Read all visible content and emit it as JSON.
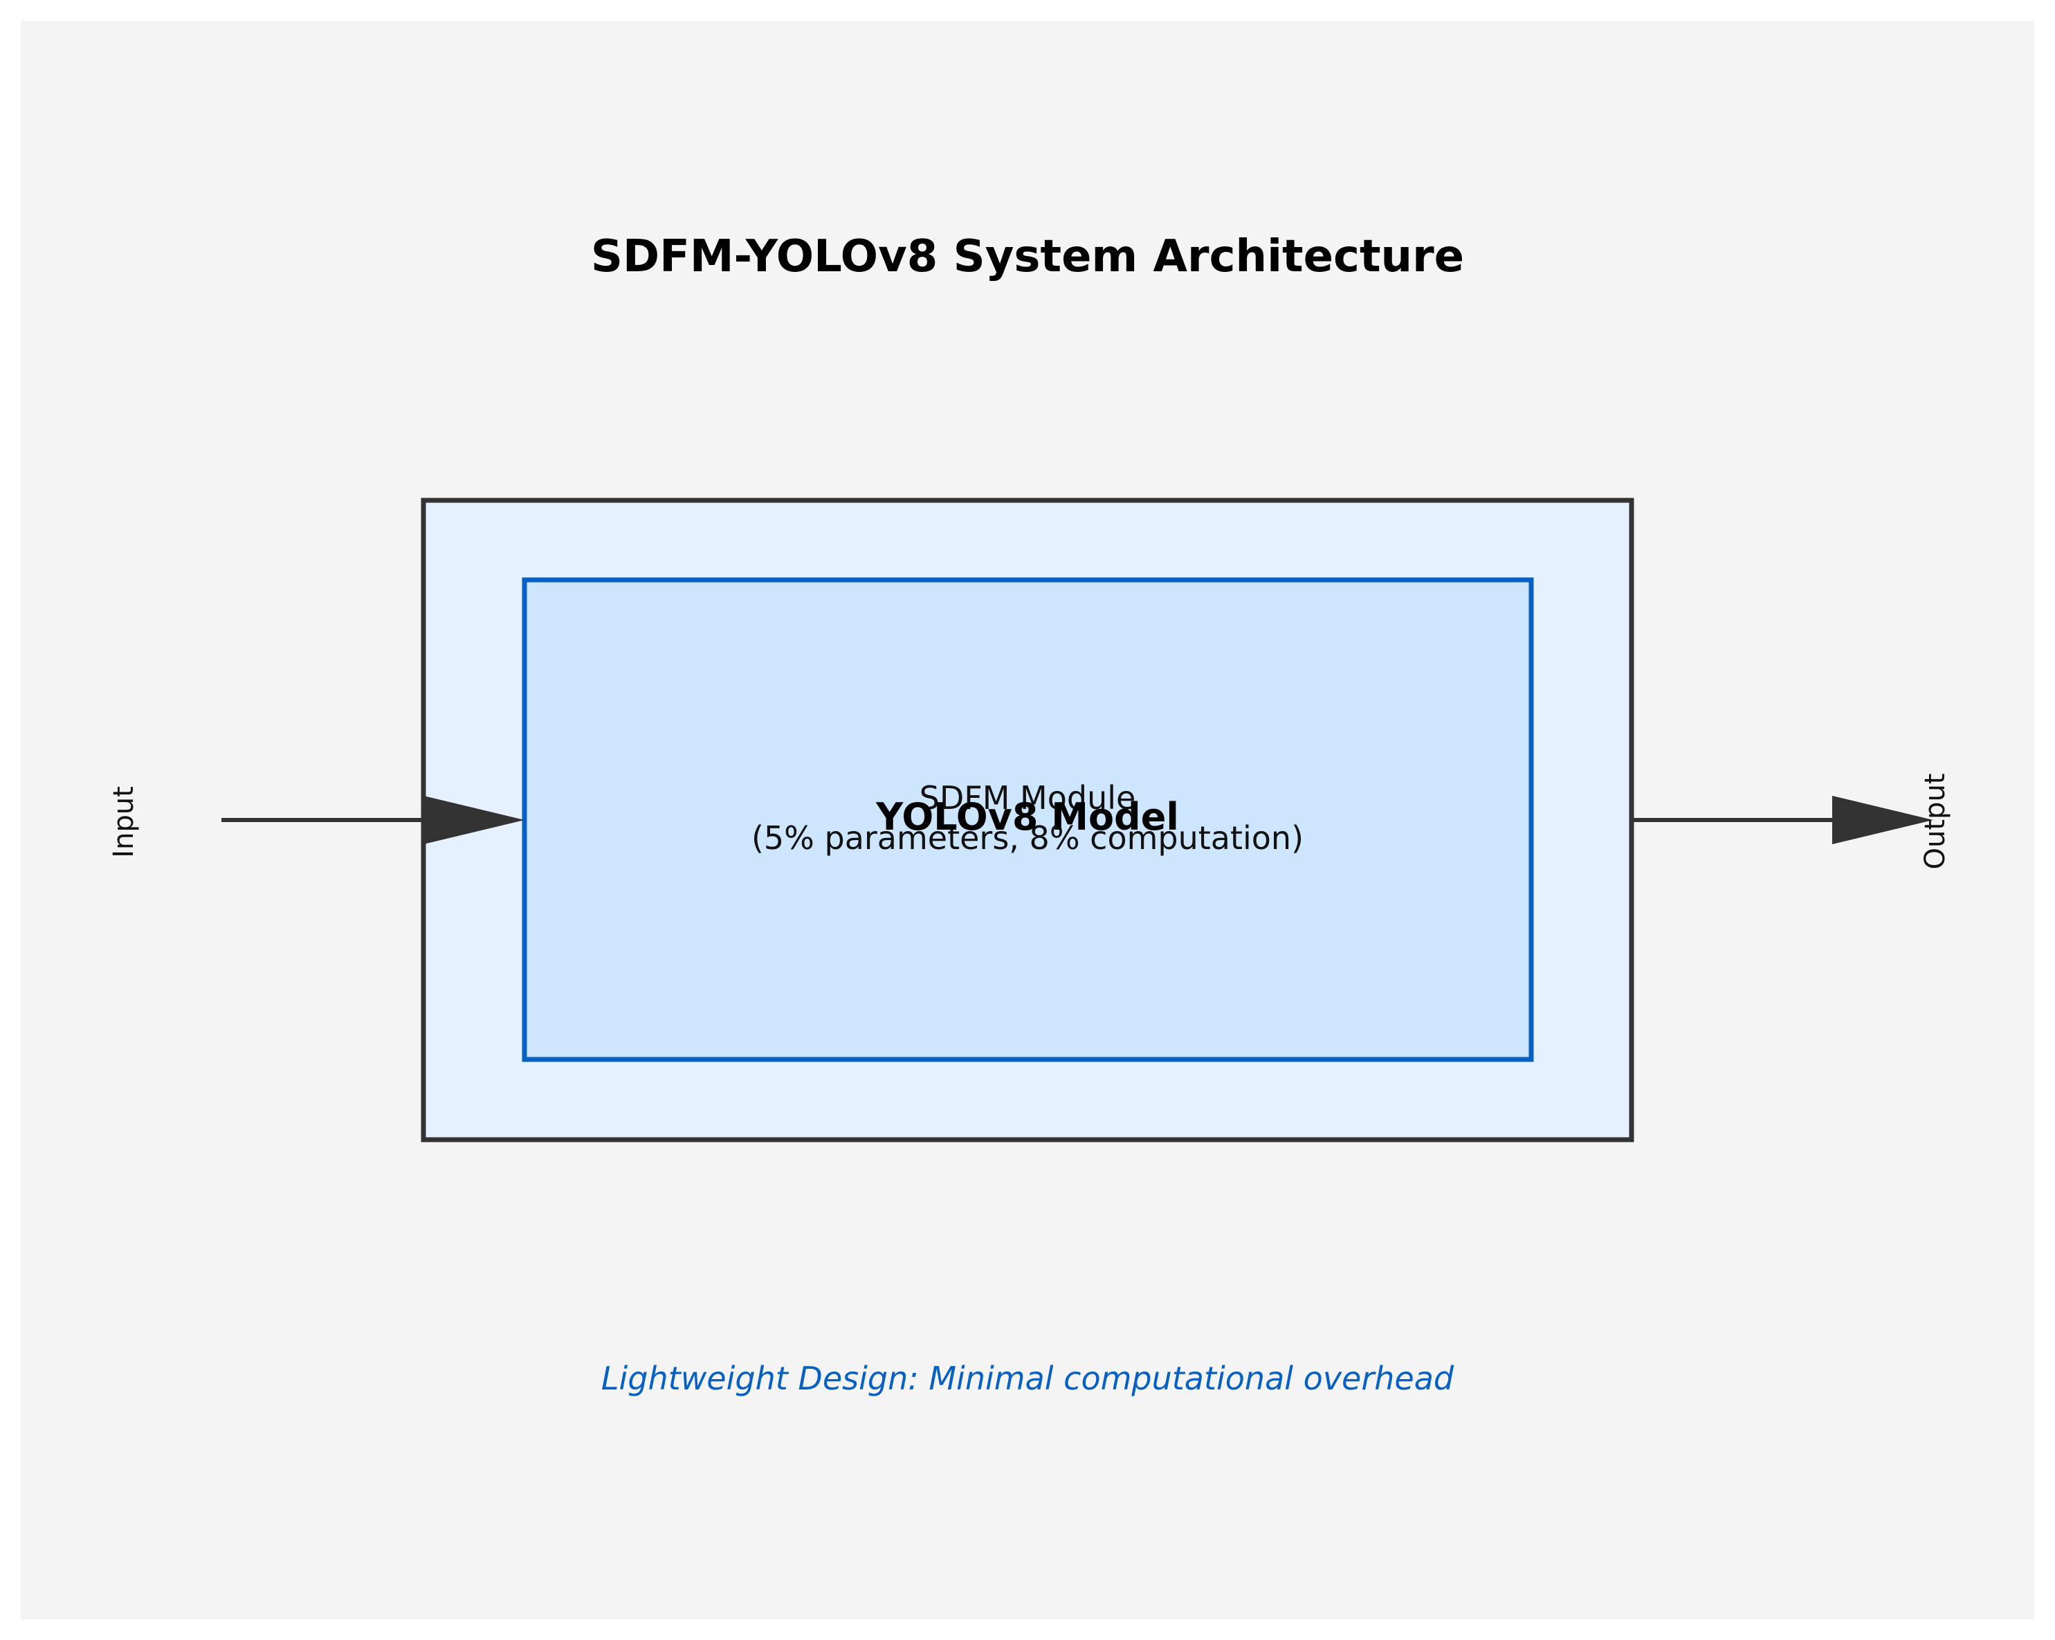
{
  "title": "SDFM-YOLOv8 System Architecture",
  "input_label": "Input",
  "output_label": "Output",
  "outer_box": {
    "label": "YOLOv8 Model"
  },
  "inner_box": {
    "line1": "SDFM Module",
    "line2": "(5% parameters, 8% computation)"
  },
  "note": "Lightweight Design: Minimal computational overhead",
  "colors": {
    "page_background": "#ffffff",
    "panel_background": "#f4f4f4",
    "outer_fill": "#e5f1fe",
    "outer_stroke": "#333333",
    "inner_fill": "#cde5fd",
    "inner_stroke": "#0761c4",
    "arrow": "#333333",
    "note": "#0761c4"
  }
}
